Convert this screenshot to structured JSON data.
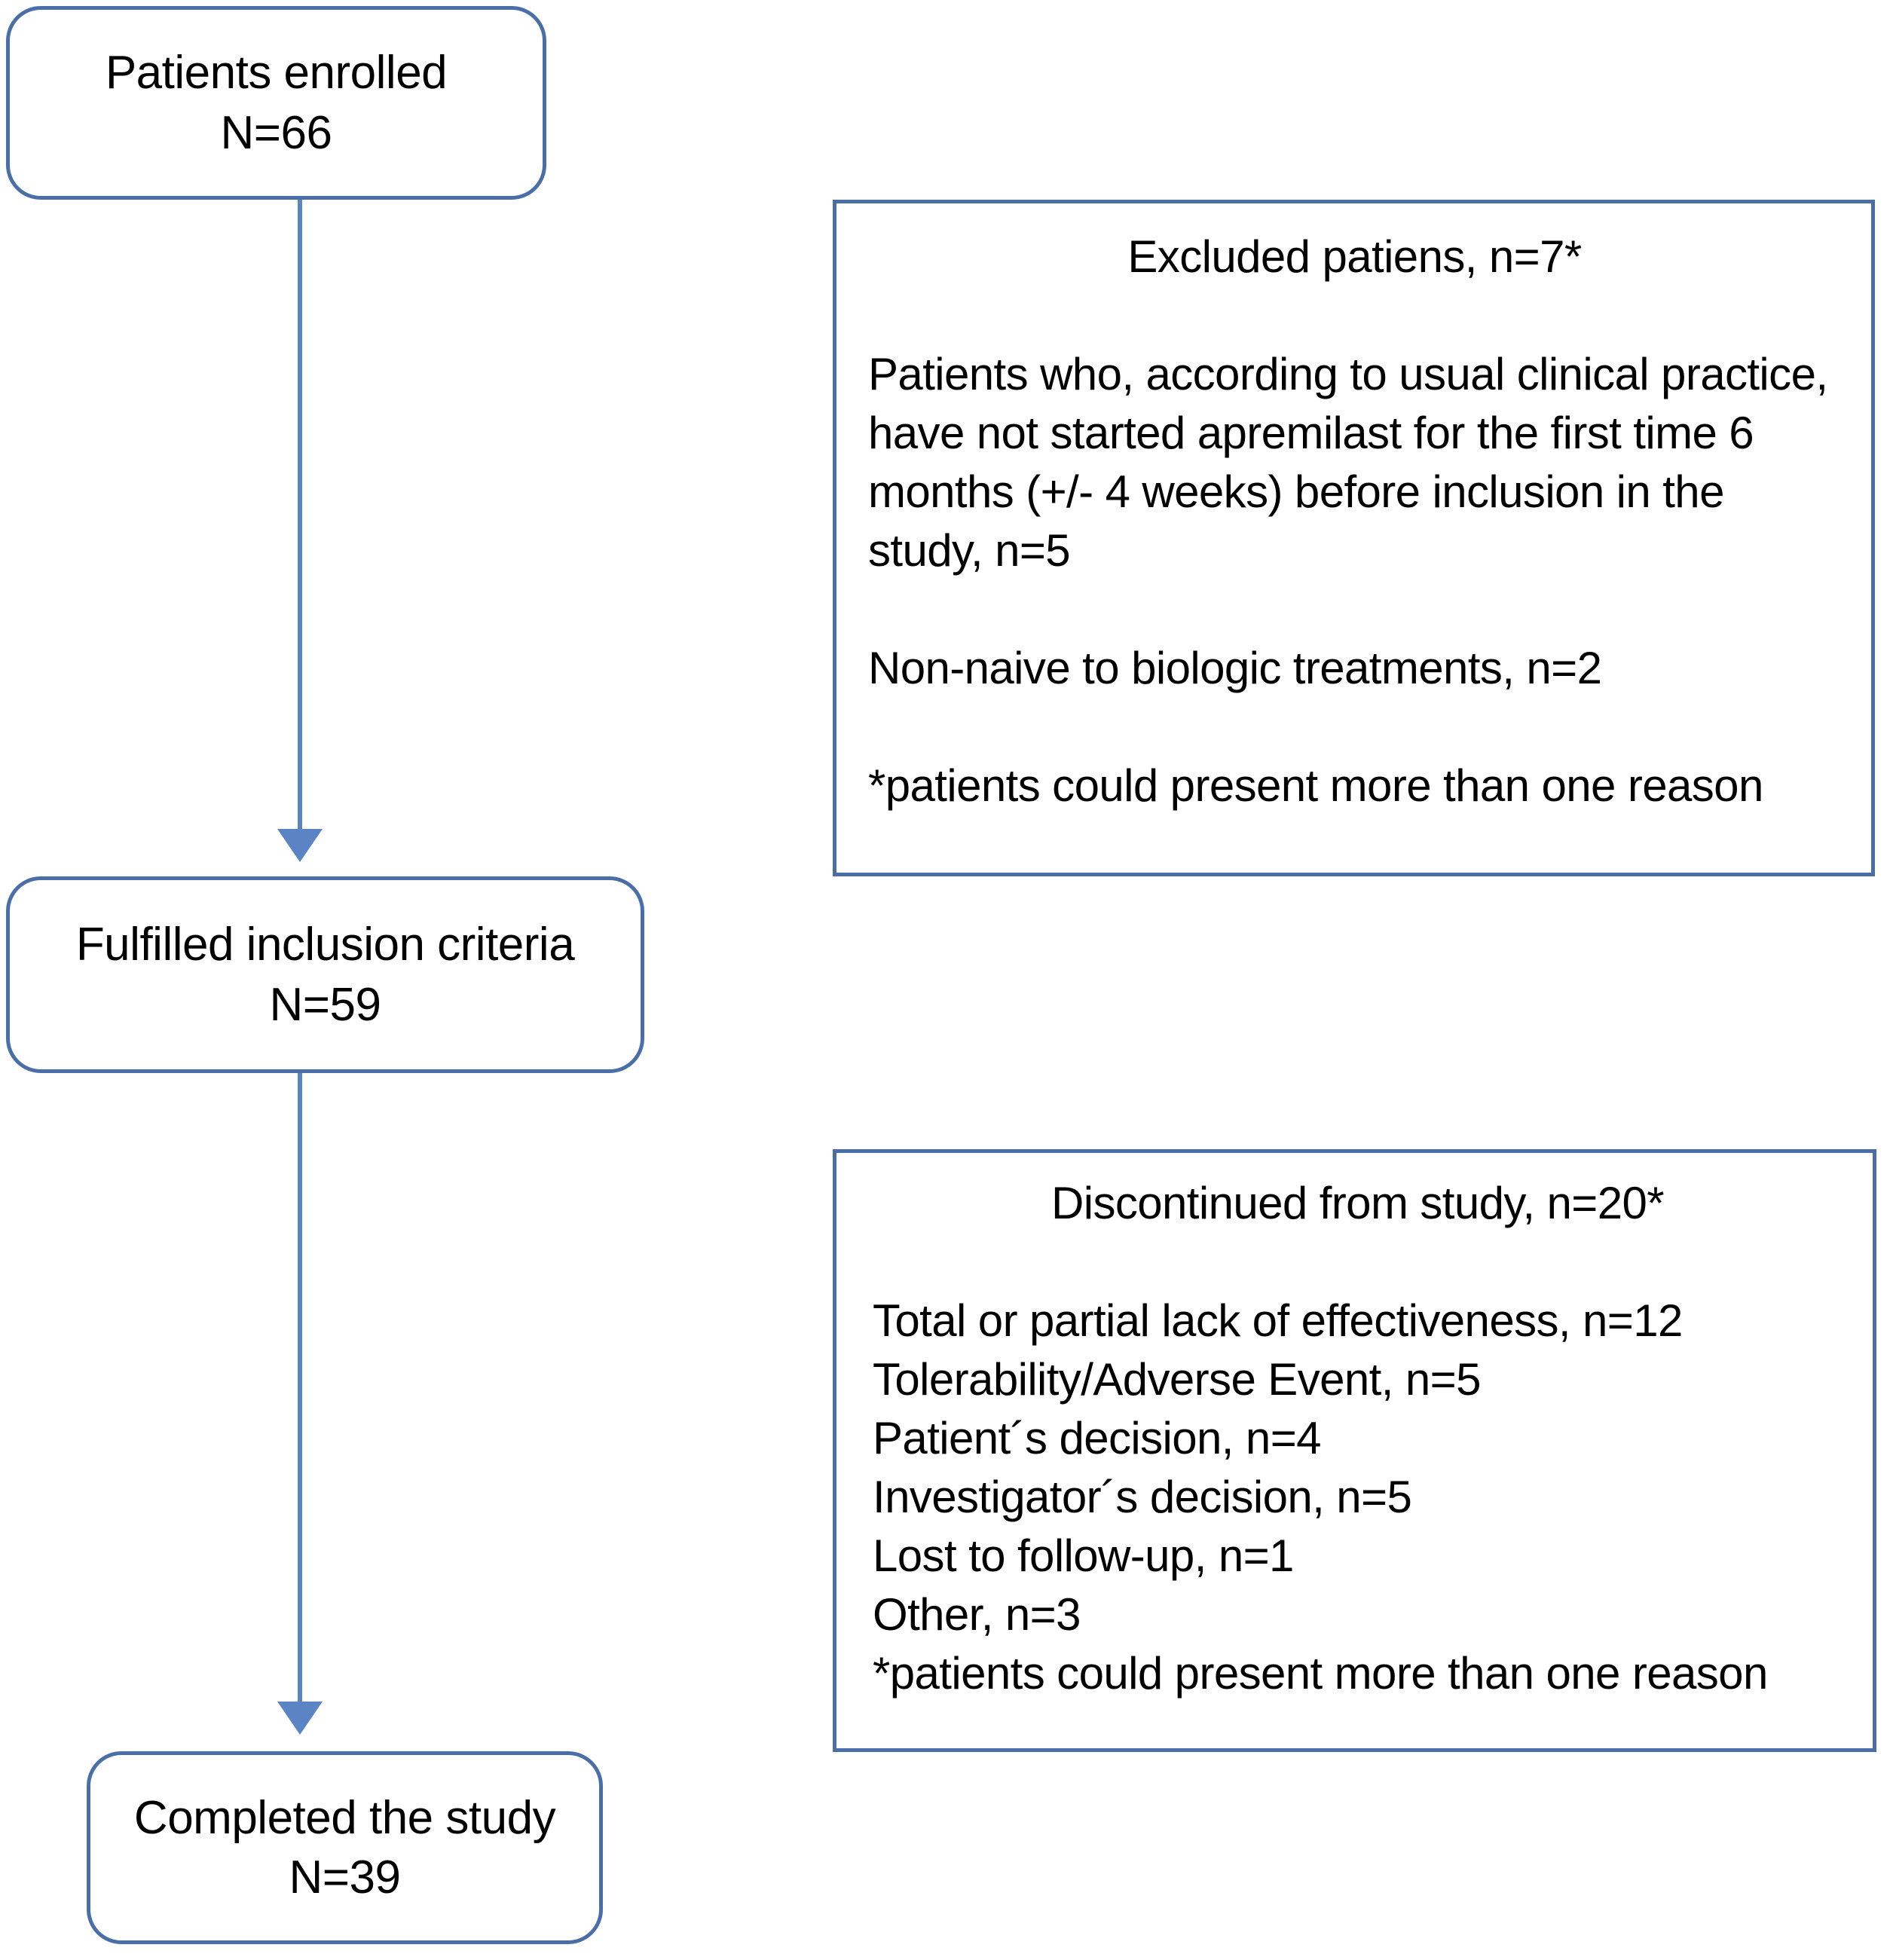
{
  "diagram": {
    "type": "study-flow-chart",
    "accent_color": "#4A6FA8",
    "connector_color": "#5B84C4",
    "background_color": "#FFFFFF",
    "text_color": "#000000"
  },
  "nodes": {
    "enrolled": {
      "line1": "Patients enrolled",
      "line2": "N=66",
      "count": 66
    },
    "fulfilled": {
      "line1": "Fulfilled inclusion criteria",
      "line2": "N=59",
      "count": 59
    },
    "completed": {
      "line1": "Completed the study",
      "line2": "N=39",
      "count": 39
    }
  },
  "excluded_box": {
    "heading": "Excluded patiens, n=7*",
    "total": 7,
    "reason1": "Patients who, according to usual clinical practice, have not started apremilast for the first time 6 months (+/- 4 weeks) before inclusion in the study, n=5",
    "reason2": "Non-naive to biologic treatments, n=2",
    "footnote": "*patients could present more than one reason"
  },
  "discontinued_box": {
    "heading": "Discontinued from study, n=20*",
    "total": 20,
    "reasons": [
      "Total or partial lack of effectiveness, n=12",
      "Tolerability/Adverse Event, n=5",
      "Patient´s decision, n=4",
      "Investigator´s decision, n=5",
      "Lost to follow-up, n=1",
      "Other, n=3"
    ],
    "footnote": "*patients could present more than one reason"
  },
  "chart_data": {
    "type": "table",
    "title": "Patient disposition flow",
    "categories": [
      "Patients enrolled",
      "Fulfilled inclusion criteria",
      "Completed the study"
    ],
    "values": [
      66,
      59,
      39
    ],
    "excluded": {
      "total": 7,
      "categories": [
        "Not started apremilast for the first time 6 months (+/- 4 weeks) before inclusion",
        "Non-naive to biologic treatments"
      ],
      "values": [
        5,
        2
      ]
    },
    "discontinued": {
      "total": 20,
      "categories": [
        "Total or partial lack of effectiveness",
        "Tolerability/Adverse Event",
        "Patient´s decision",
        "Investigator´s decision",
        "Lost to follow-up",
        "Other"
      ],
      "values": [
        12,
        5,
        4,
        5,
        1,
        3
      ]
    }
  }
}
